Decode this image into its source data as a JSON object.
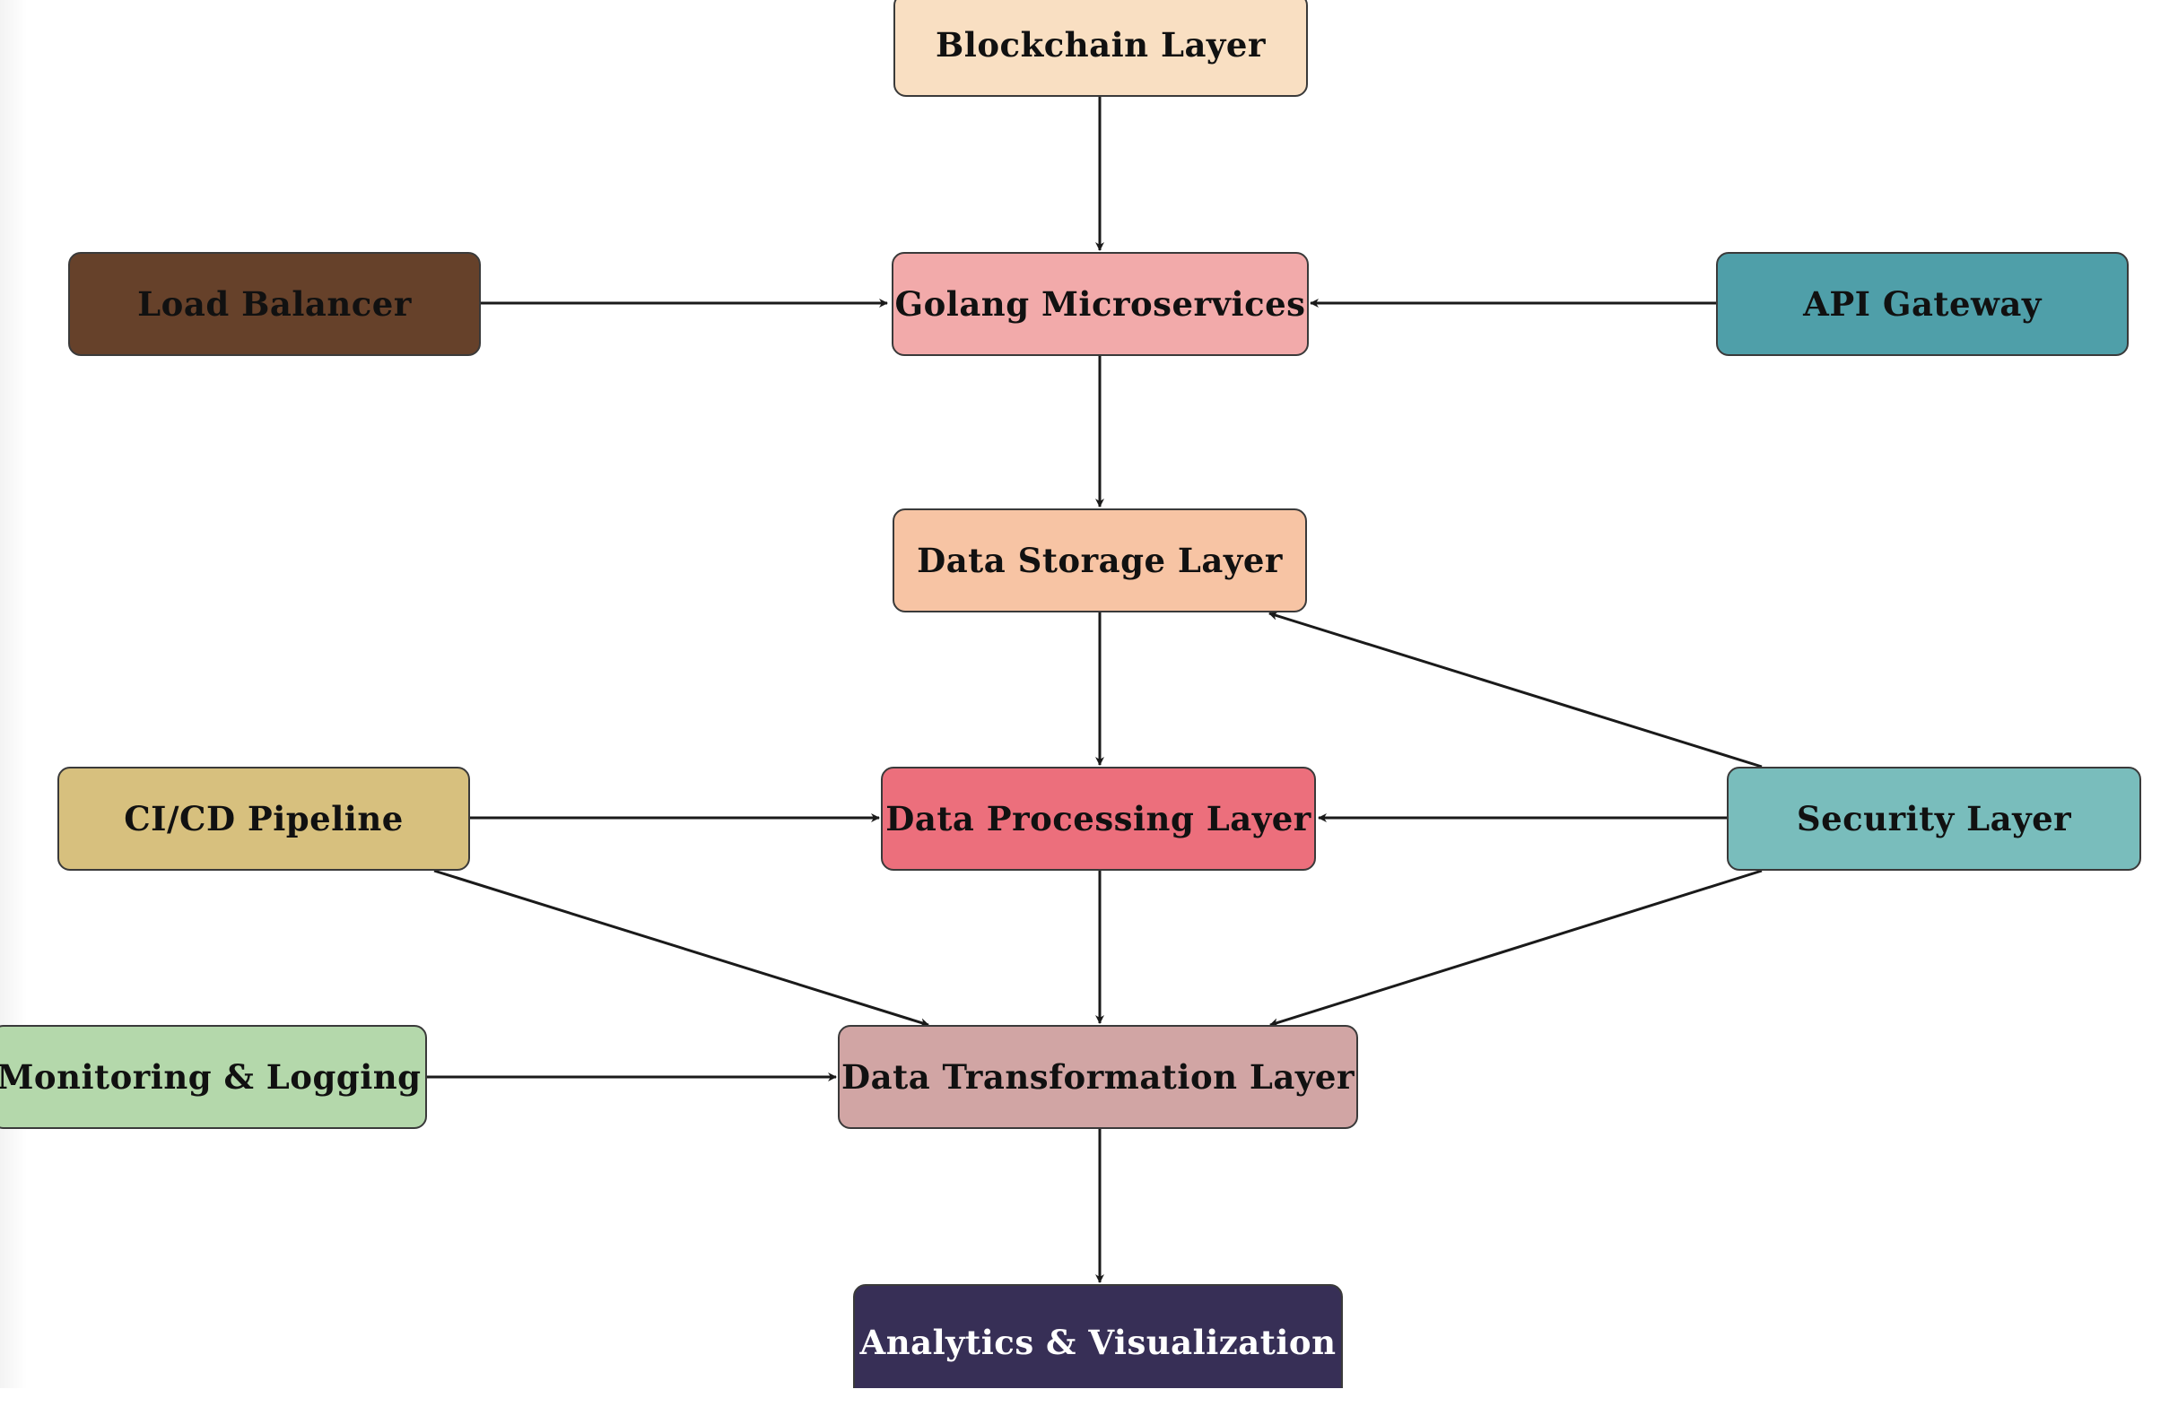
{
  "diagram": {
    "nodes": [
      {
        "id": "blockchain",
        "label": "Blockchain Layer",
        "fill": "#f9dfc2",
        "text_color": "#111111"
      },
      {
        "id": "golang",
        "label": "Golang Microservices",
        "fill": "#f2aaaa",
        "text_color": "#111111"
      },
      {
        "id": "load_balancer",
        "label": "Load Balancer",
        "fill": "#66412a",
        "text_color": "#111111"
      },
      {
        "id": "api_gateway",
        "label": "API Gateway",
        "fill": "#4f9fa9",
        "text_color": "#111111"
      },
      {
        "id": "data_storage",
        "label": "Data Storage Layer",
        "fill": "#f7c4a4",
        "text_color": "#111111"
      },
      {
        "id": "cicd",
        "label": "CI/CD Pipeline",
        "fill": "#d7c07e",
        "text_color": "#111111"
      },
      {
        "id": "data_processing",
        "label": "Data Processing Layer",
        "fill": "#ec6f7c",
        "text_color": "#111111"
      },
      {
        "id": "security",
        "label": "Security Layer",
        "fill": "#79bdbc",
        "text_color": "#111111"
      },
      {
        "id": "monitoring",
        "label": "Monitoring & Logging",
        "fill": "#b4d8ab",
        "text_color": "#111111"
      },
      {
        "id": "data_transformation",
        "label": "Data Transformation Layer",
        "fill": "#d1a5a4",
        "text_color": "#111111"
      },
      {
        "id": "analytics",
        "label": "Analytics & Visualization",
        "fill": "#372f56",
        "text_color": "#ffffff"
      }
    ],
    "edges": [
      {
        "from": "blockchain",
        "to": "golang"
      },
      {
        "from": "load_balancer",
        "to": "golang"
      },
      {
        "from": "api_gateway",
        "to": "golang"
      },
      {
        "from": "golang",
        "to": "data_storage"
      },
      {
        "from": "data_storage",
        "to": "data_processing"
      },
      {
        "from": "security",
        "to": "data_storage"
      },
      {
        "from": "cicd",
        "to": "data_processing"
      },
      {
        "from": "security",
        "to": "data_processing"
      },
      {
        "from": "data_processing",
        "to": "data_transformation"
      },
      {
        "from": "cicd",
        "to": "data_transformation"
      },
      {
        "from": "security",
        "to": "data_transformation"
      },
      {
        "from": "monitoring",
        "to": "data_transformation"
      },
      {
        "from": "data_transformation",
        "to": "analytics"
      }
    ],
    "edge_color": "#1a1a1a",
    "border_color": "#3a3a3a"
  }
}
